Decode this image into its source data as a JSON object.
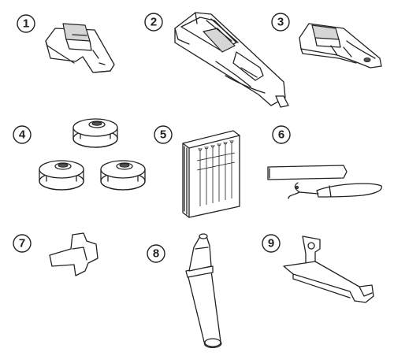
{
  "figure": {
    "accessories": [
      {
        "number": "1",
        "icon": "zigzag-presser-foot-icon"
      },
      {
        "number": "2",
        "icon": "buttonhole-foot-icon"
      },
      {
        "number": "3",
        "icon": "hemmer-foot-icon"
      },
      {
        "number": "4",
        "icon": "bobbins-icon"
      },
      {
        "number": "5",
        "icon": "needle-pack-icon"
      },
      {
        "number": "6",
        "icon": "brush-and-seam-ripper-icon"
      },
      {
        "number": "7",
        "icon": "screwdriver-icon"
      },
      {
        "number": "8",
        "icon": "spool-pin-icon"
      },
      {
        "number": "9",
        "icon": "quilting-guide-icon"
      }
    ],
    "colors": {
      "line": "#222222",
      "paper": "#ffffff",
      "shade": "#d6d6d6"
    }
  }
}
